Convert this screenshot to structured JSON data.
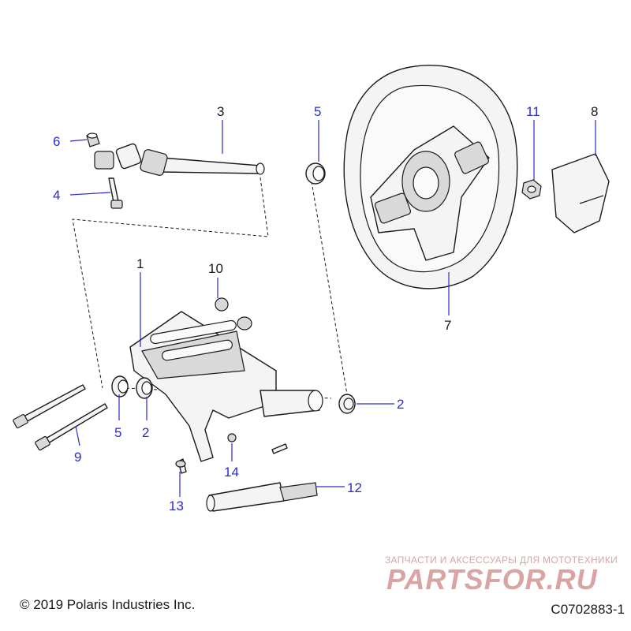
{
  "callouts": [
    {
      "id": "1",
      "label": "1"
    },
    {
      "id": "2a",
      "label": "2"
    },
    {
      "id": "2b",
      "label": "2"
    },
    {
      "id": "3",
      "label": "3"
    },
    {
      "id": "4",
      "label": "4"
    },
    {
      "id": "5a",
      "label": "5"
    },
    {
      "id": "5b",
      "label": "5"
    },
    {
      "id": "6",
      "label": "6"
    },
    {
      "id": "7",
      "label": "7"
    },
    {
      "id": "8",
      "label": "8"
    },
    {
      "id": "9",
      "label": "9"
    },
    {
      "id": "10",
      "label": "10"
    },
    {
      "id": "11",
      "label": "11"
    },
    {
      "id": "12",
      "label": "12"
    },
    {
      "id": "13",
      "label": "13"
    },
    {
      "id": "14",
      "label": "14"
    }
  ],
  "footer": {
    "copyright": "© 2019 Polaris Industries Inc.",
    "diagram_code": "C0702883-1"
  },
  "watermark": {
    "tagline": "ЗАПЧАСТИ И АКСЕССУАРЫ ДЛЯ МОТОТЕХНИКИ",
    "logo_text": "PARTSFOR.RU"
  },
  "colors": {
    "callout_blue": "#2b2bd0",
    "callout_black": "#1a1a1a",
    "watermark_red": "#d9a4a4"
  }
}
